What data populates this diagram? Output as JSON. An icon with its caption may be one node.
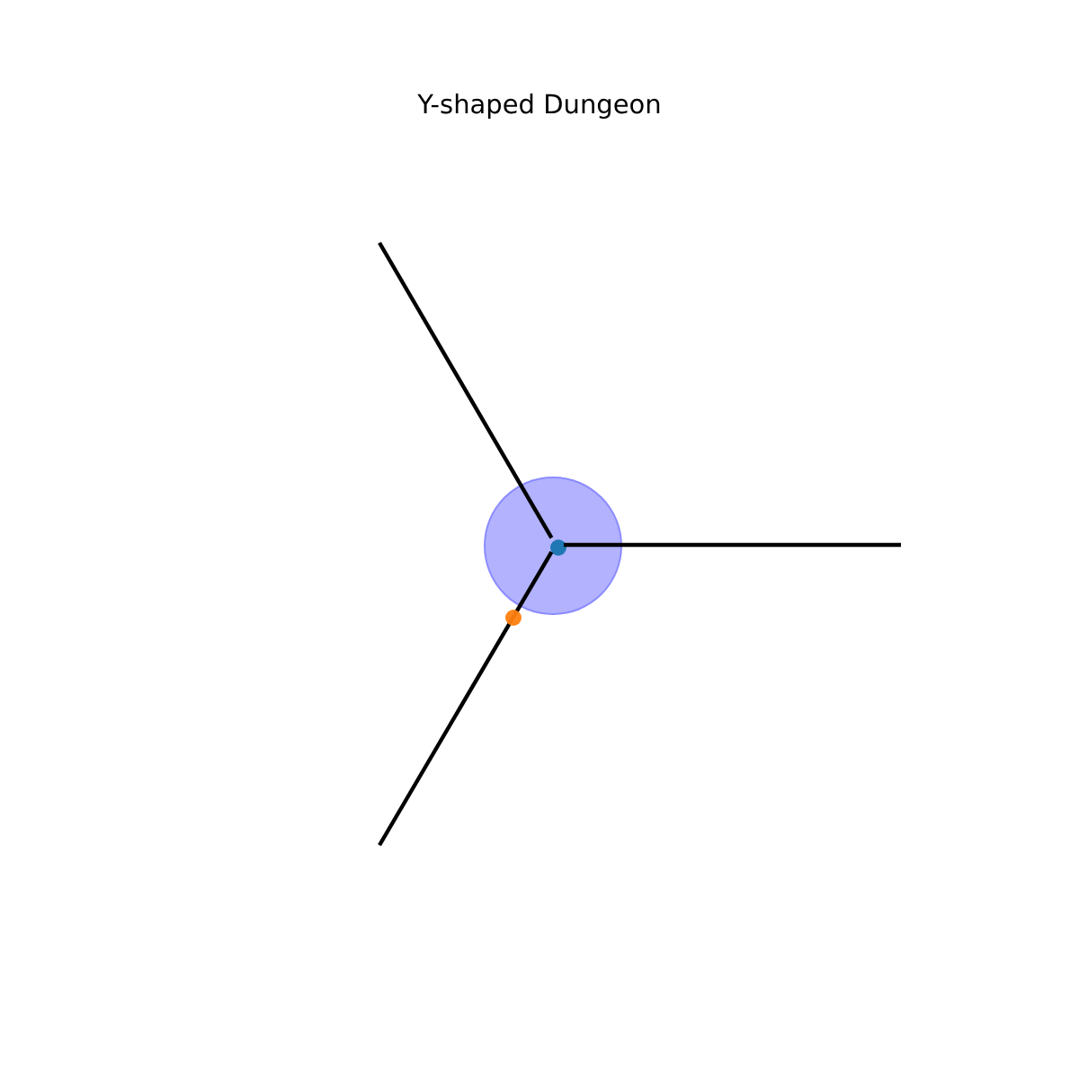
{
  "diagram": {
    "title": "Y-shaped Dungeon",
    "nodes": [
      {
        "text": [],
        "shape": "circle"
      },
      {
        "text": [],
        "shape": "circle",
        "in": 0
      },
      {
        "text": [],
        "shape": "circle"
      }
    ],
    "edges": [
      {
        "from": 1,
        "to": null,
        "arrow": "none"
      },
      {
        "from": 1,
        "to": null,
        "arrow": "none"
      },
      {
        "from": 1,
        "to": null,
        "arrow": "none"
      }
    ]
  }
}
